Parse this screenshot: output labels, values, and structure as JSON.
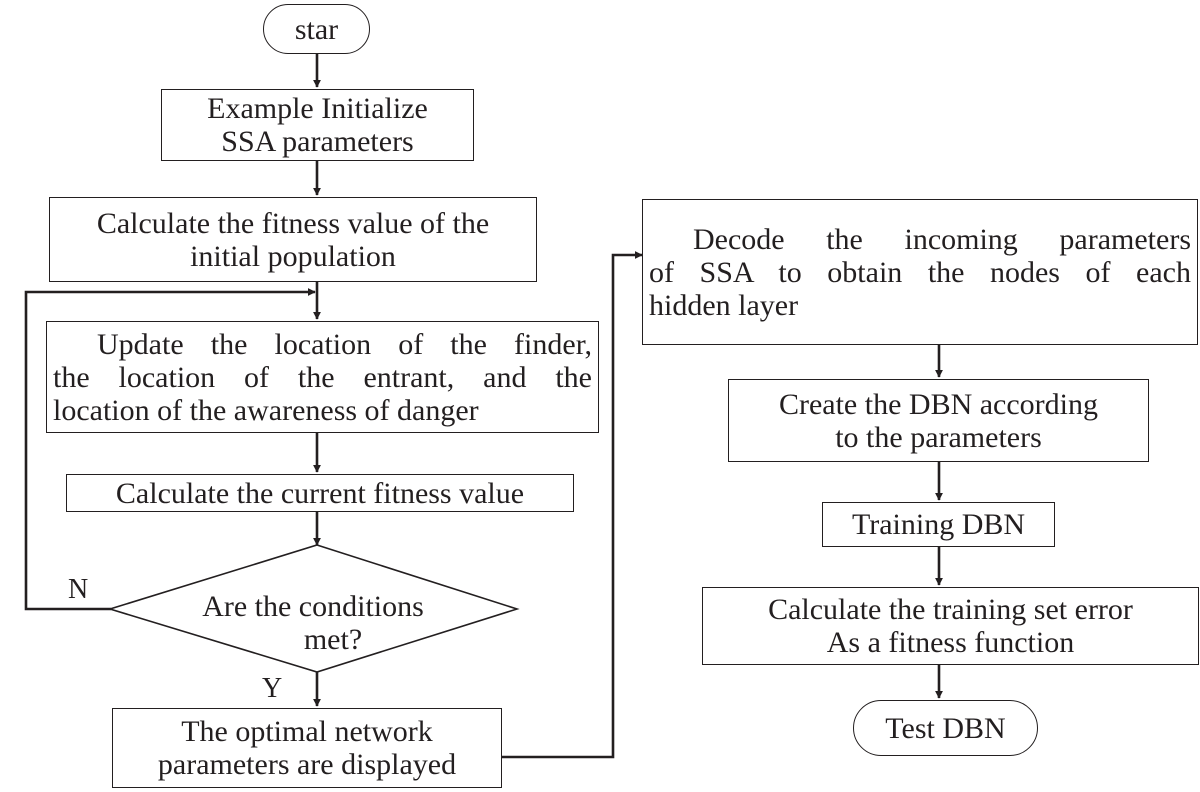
{
  "nodes": {
    "start": {
      "label": "star"
    },
    "init": {
      "lines": [
        "Example Initialize",
        "SSA parameters"
      ]
    },
    "calc_initial": {
      "lines": [
        "Calculate the fitness value of the",
        "initial population"
      ]
    },
    "update": {
      "lines": [
        "Update the location of the finder,",
        "the location  of the entrant, and the",
        "location of the awareness of danger"
      ]
    },
    "calc_current": {
      "label": "Calculate the current fitness value"
    },
    "decision": {
      "lines": [
        "Are the conditions",
        "met?"
      ]
    },
    "optimal": {
      "lines": [
        "The optimal network",
        "parameters are displayed"
      ]
    },
    "decode": {
      "lines": [
        "Decode the incoming parameters",
        "of SSA to obtain the nodes of each",
        "hidden layer"
      ]
    },
    "create": {
      "lines": [
        "Create the DBN according",
        "to the parameters"
      ]
    },
    "training": {
      "label": "Training DBN"
    },
    "error": {
      "lines": [
        "Calculate the training set error",
        "As a fitness function"
      ]
    },
    "test": {
      "label": "Test DBN"
    }
  },
  "branch_labels": {
    "no": "N",
    "yes": "Y"
  },
  "colors": {
    "stroke": "#231f20",
    "fill": "#ffffff"
  }
}
